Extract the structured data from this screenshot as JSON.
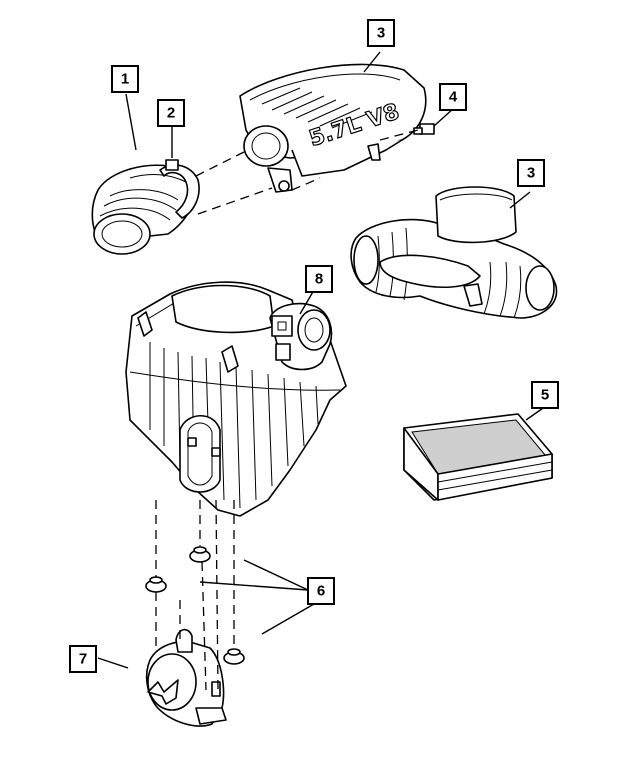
{
  "callouts": [
    {
      "label": "1"
    },
    {
      "label": "2"
    },
    {
      "label": "3"
    },
    {
      "label": "4"
    },
    {
      "label": "3"
    },
    {
      "label": "8"
    },
    {
      "label": "5"
    },
    {
      "label": "6"
    },
    {
      "label": "7"
    }
  ],
  "emboss_text": "5.7L V8"
}
